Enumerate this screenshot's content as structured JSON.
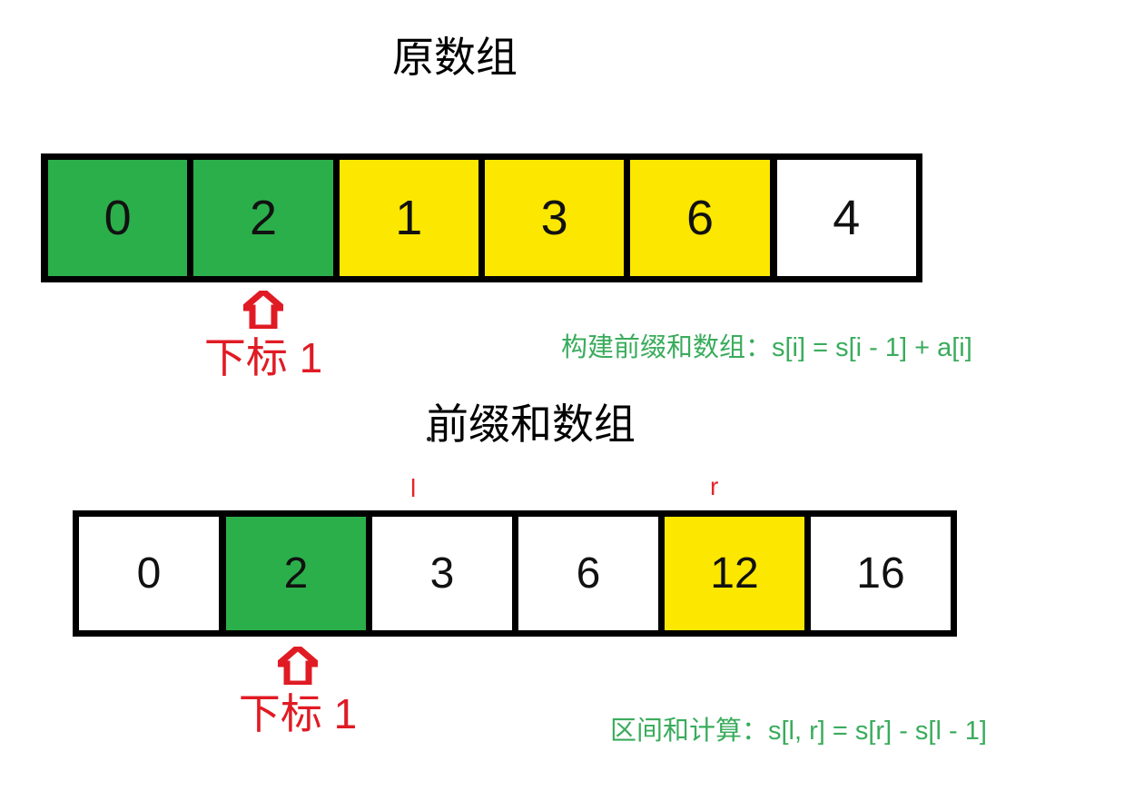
{
  "diagram": {
    "sections": [
      {
        "id": "original",
        "title": "原数组",
        "cells": [
          {
            "value": "0",
            "color": "green"
          },
          {
            "value": "2",
            "color": "green"
          },
          {
            "value": "1",
            "color": "yellow"
          },
          {
            "value": "3",
            "color": "yellow"
          },
          {
            "value": "6",
            "color": "yellow"
          },
          {
            "value": "4",
            "color": "white"
          }
        ],
        "pointer": {
          "icon": "arrow-up-icon",
          "label": "下标 1"
        },
        "note": "构建前缀和数组：s[i]  = s[i - 1] + a[i]"
      },
      {
        "id": "prefix",
        "title": "前缀和数组",
        "cells": [
          {
            "value": "0",
            "color": "white"
          },
          {
            "value": "2",
            "color": "green"
          },
          {
            "value": "3",
            "color": "white"
          },
          {
            "value": "6",
            "color": "white"
          },
          {
            "value": "12",
            "color": "yellow"
          },
          {
            "value": "16",
            "color": "white"
          }
        ],
        "pointer": {
          "icon": "arrow-up-icon",
          "label": "下标 1"
        },
        "note": "区间和计算：s[l, r] = s[r] - s[l - 1]",
        "range_markers": {
          "left": "l",
          "right": "r"
        }
      }
    ],
    "colors": {
      "highlight_green": "#2BAF4B",
      "highlight_yellow": "#FBE700",
      "cell_white": "#FFFFFF",
      "border_black": "#000000",
      "pointer_red": "#E01B24",
      "note_green": "#3AAC5C"
    }
  }
}
